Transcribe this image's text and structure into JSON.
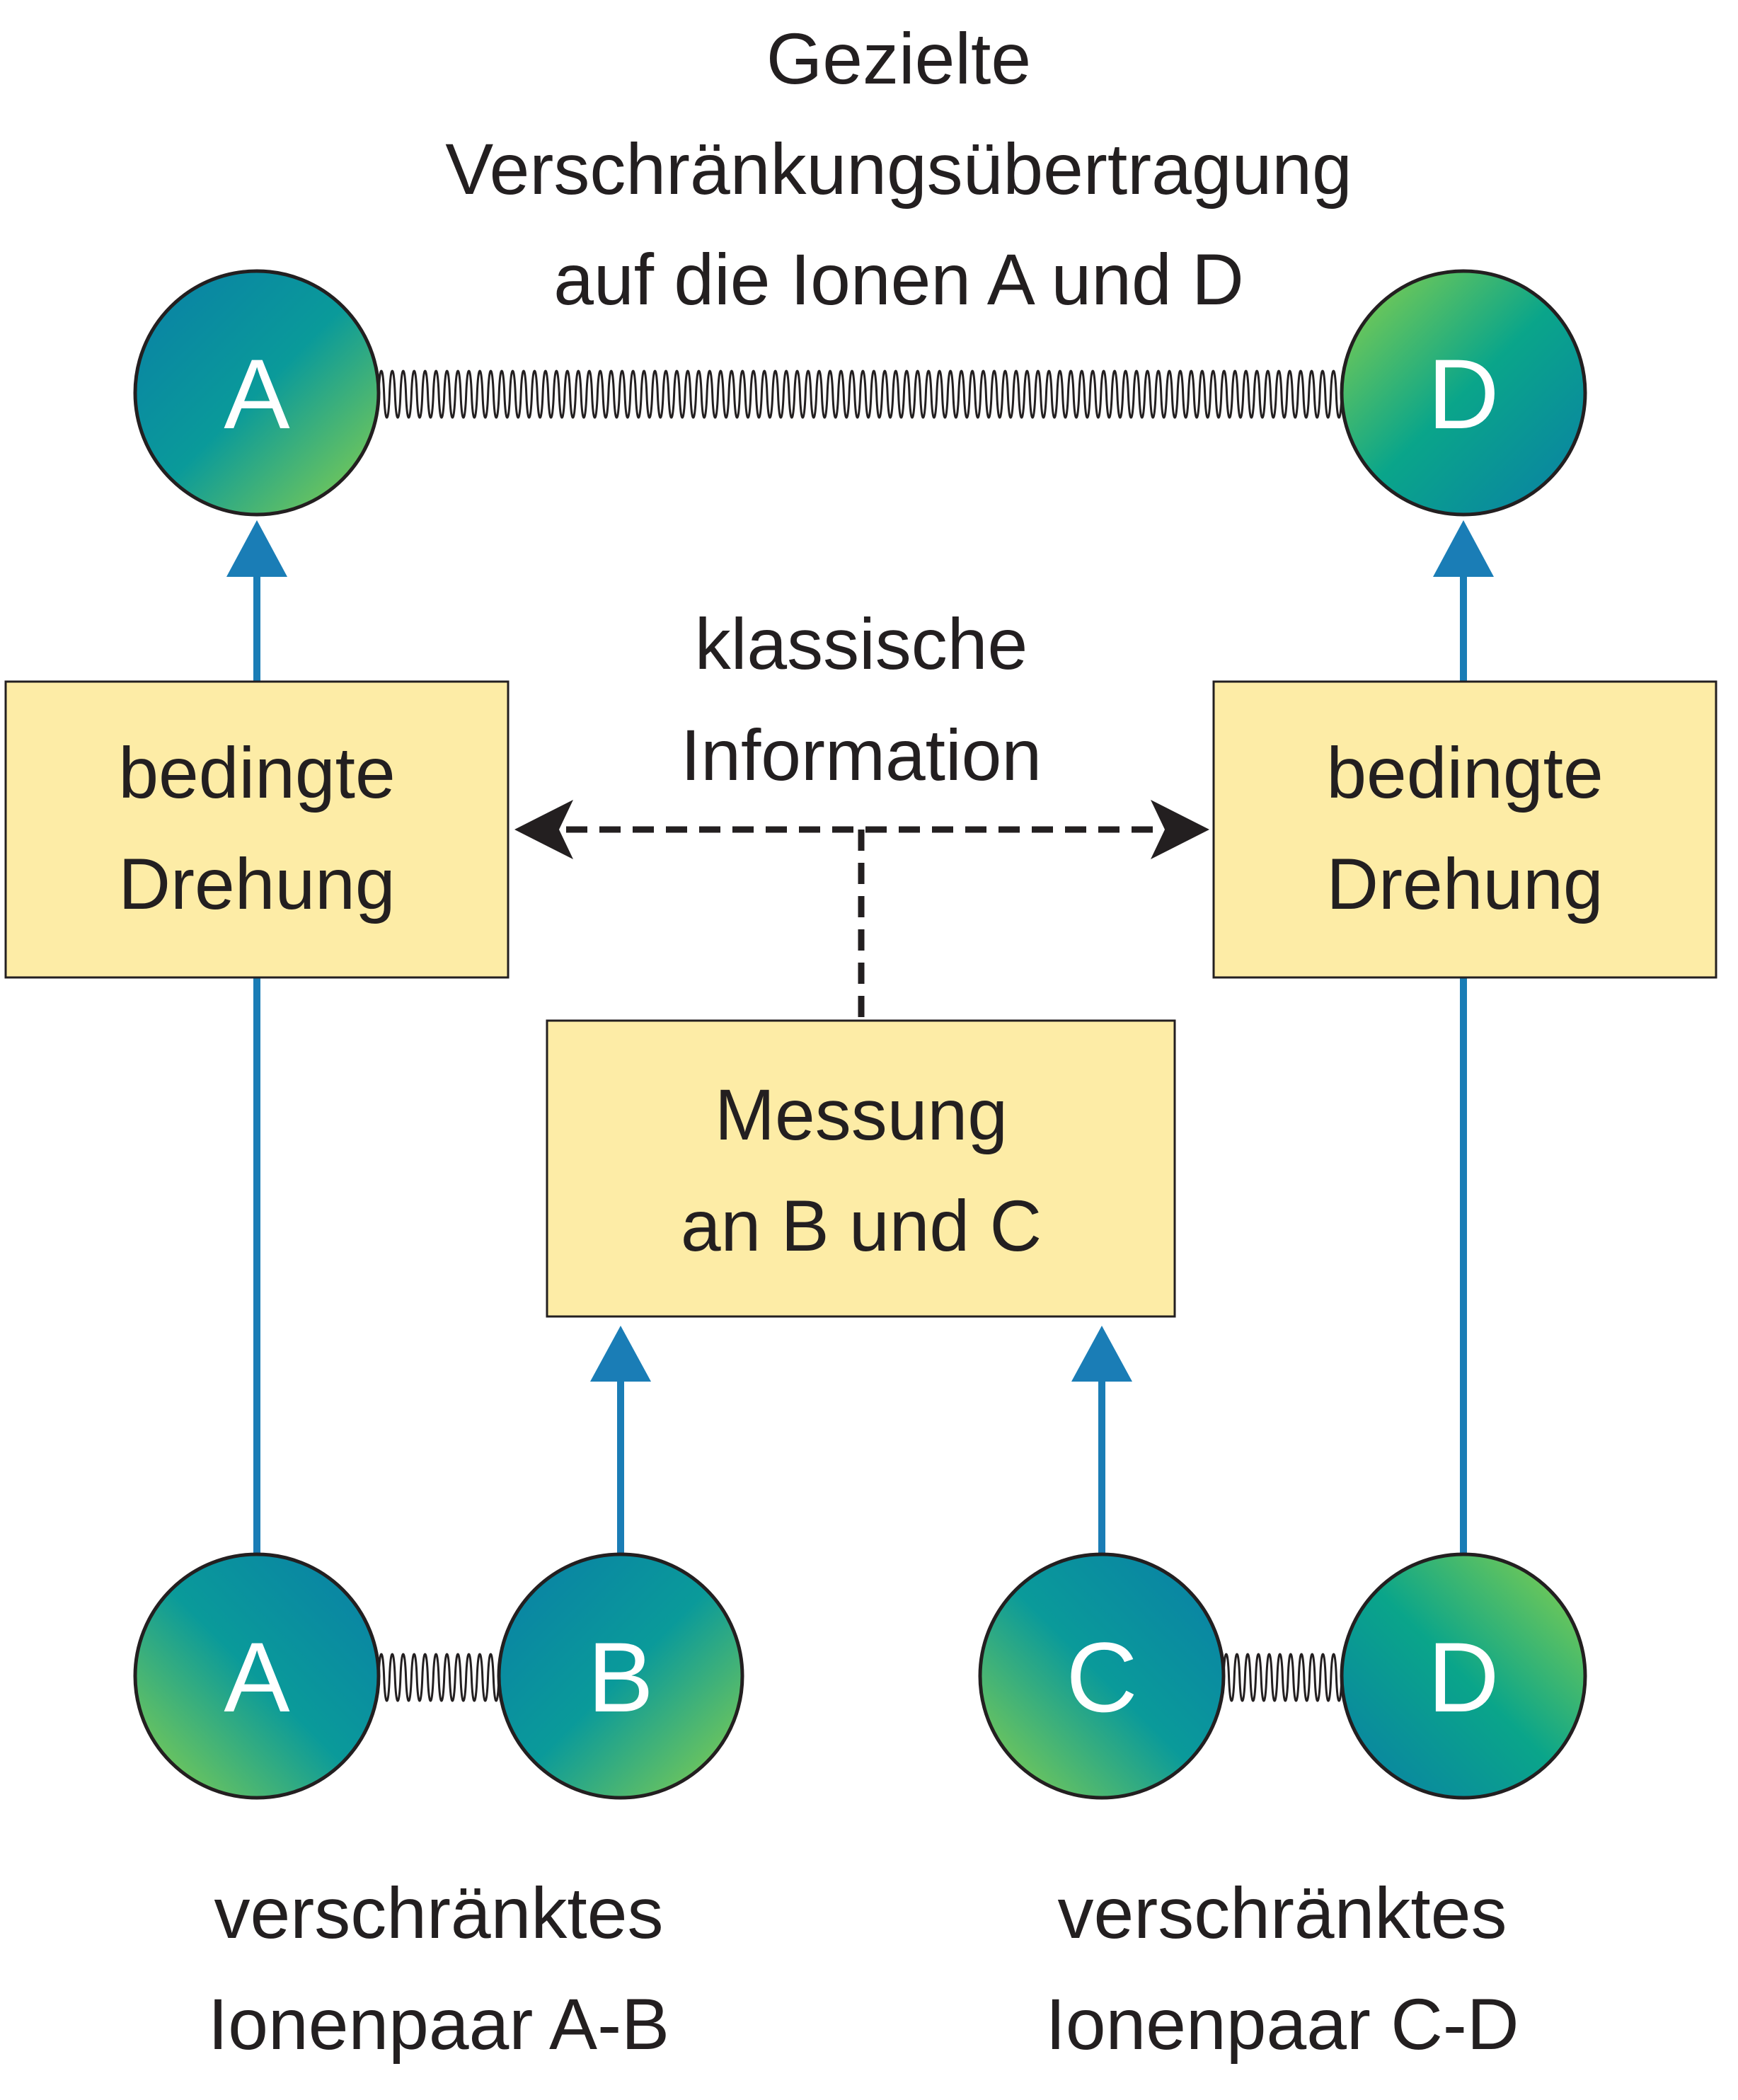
{
  "title": {
    "line1": "Gezielte",
    "line2": "Verschränkungsübertragung",
    "line3": "auf die Ionen A und D"
  },
  "top_ions": {
    "left": "A",
    "right": "D"
  },
  "rotation_left": {
    "line1": "bedingte",
    "line2": "Drehung"
  },
  "rotation_right": {
    "line1": "bedingte",
    "line2": "Drehung"
  },
  "classical_info": {
    "line1": "klassische",
    "line2": "Information"
  },
  "measurement": {
    "line1": "Messung",
    "line2": "an B und C"
  },
  "bottom_ions": {
    "a": "A",
    "b": "B",
    "c": "C",
    "d": "D"
  },
  "pair_ab": {
    "line1": "verschränktes",
    "line2": "Ionenpaar A-B"
  },
  "pair_cd": {
    "line1": "verschränktes",
    "line2": "Ionenpaar C-D"
  },
  "colors": {
    "box_fill": "#fdeca6",
    "arrow_blue": "#1a7db6",
    "ion_teal": "#0a8aa0",
    "ion_green": "#8cd24a",
    "text": "#231f20"
  }
}
